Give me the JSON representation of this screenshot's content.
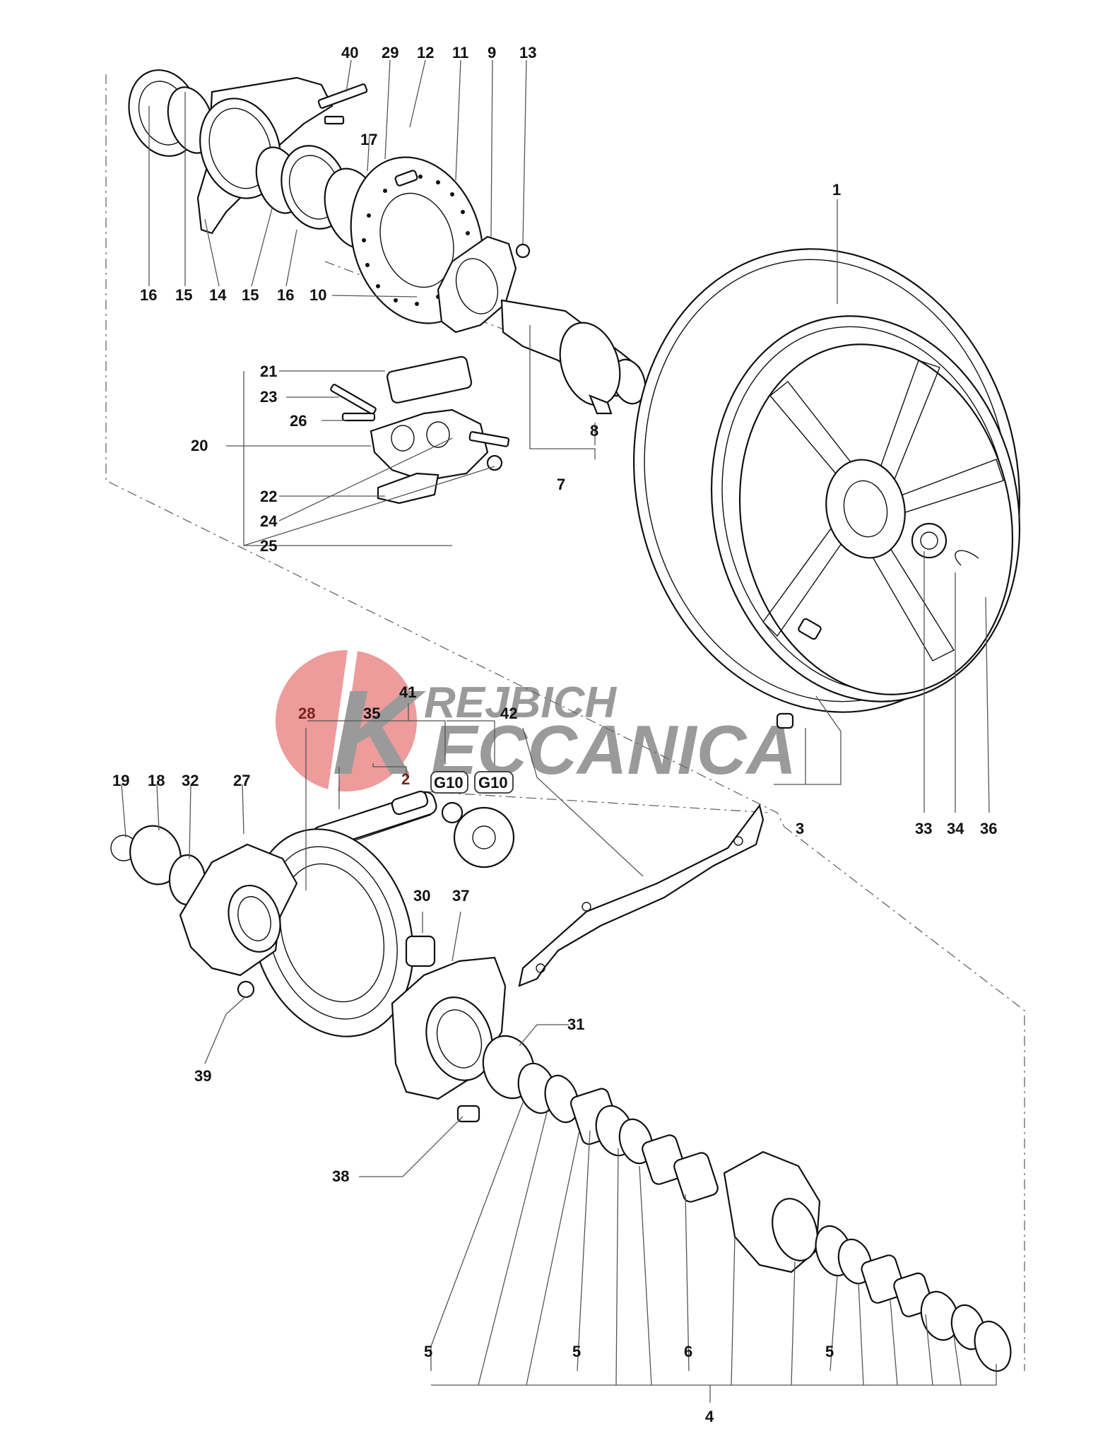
{
  "watermark": {
    "line1": "REJBICH",
    "line2": "ECCANICA",
    "badge_letter": "K",
    "accent_color": "#e77a7a",
    "text_color": "#9a9a9a"
  },
  "callouts": {
    "c1": "1",
    "c2": "2",
    "c3": "3",
    "c4": "4",
    "c5a": "5",
    "c5b": "5",
    "c5c": "5",
    "c6": "6",
    "c7": "7",
    "c8": "8",
    "c9": "9",
    "c10": "10",
    "c11": "11",
    "c12": "12",
    "c13": "13",
    "c14": "14",
    "c15a": "15",
    "c15b": "15",
    "c16a": "16",
    "c16b": "16",
    "c17": "17",
    "c18": "18",
    "c19": "19",
    "c20": "20",
    "c21": "21",
    "c22": "22",
    "c23": "23",
    "c24": "24",
    "c25": "25",
    "c26": "26",
    "c27": "27",
    "c28": "28",
    "c29": "29",
    "c30": "30",
    "c31": "31",
    "c32": "32",
    "c33": "33",
    "c34": "34",
    "c35": "35",
    "c36": "36",
    "c37": "37",
    "c38": "38",
    "c39": "39",
    "c40": "40",
    "c41": "41",
    "c42": "42",
    "g10a": "G10",
    "g10b": "G10"
  }
}
